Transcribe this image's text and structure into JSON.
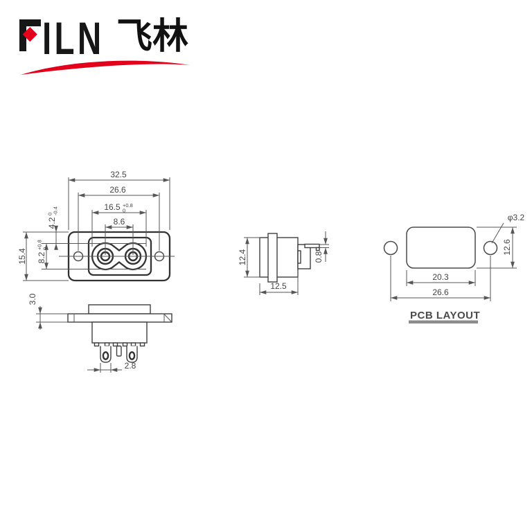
{
  "logo": {
    "brand": "FILN",
    "brand_rest": "ILN",
    "brand_cn": "飞林",
    "accent_color": "#e2001a",
    "text_color": "#171717"
  },
  "drawing_colors": {
    "line": "#4a4a4a",
    "heavy_outline": "#333333",
    "label_underline": "#8c8c8c"
  },
  "views": {
    "front": {
      "dims": {
        "overall_width": "32.5",
        "mount_hole_spacing": "26.6",
        "opening_width": "16.5",
        "opening_width_tol_up": "+0.8",
        "opening_width_tol_down": "0",
        "pin_spacing": "8.6",
        "overall_height": "15.4",
        "opening_height": "8.2",
        "opening_height_tol_up": "+0.8",
        "opening_height_tol_down": "0",
        "top_offset": "4.2",
        "top_offset_tol_up": "0",
        "top_offset_tol_down": "-0.4"
      }
    },
    "bottom": {
      "dims": {
        "flange_thickness": "3.0",
        "terminal_width": "2.8"
      }
    },
    "side": {
      "dims": {
        "body_height": "12.4",
        "body_depth": "12.5",
        "terminal_thickness": "0.8"
      }
    },
    "pcb": {
      "label": "PCB LAYOUT",
      "dims": {
        "hole_diameter": "φ3.2",
        "cutout_height": "12.6",
        "cutout_width": "20.3",
        "hole_spacing": "26.6"
      }
    }
  }
}
